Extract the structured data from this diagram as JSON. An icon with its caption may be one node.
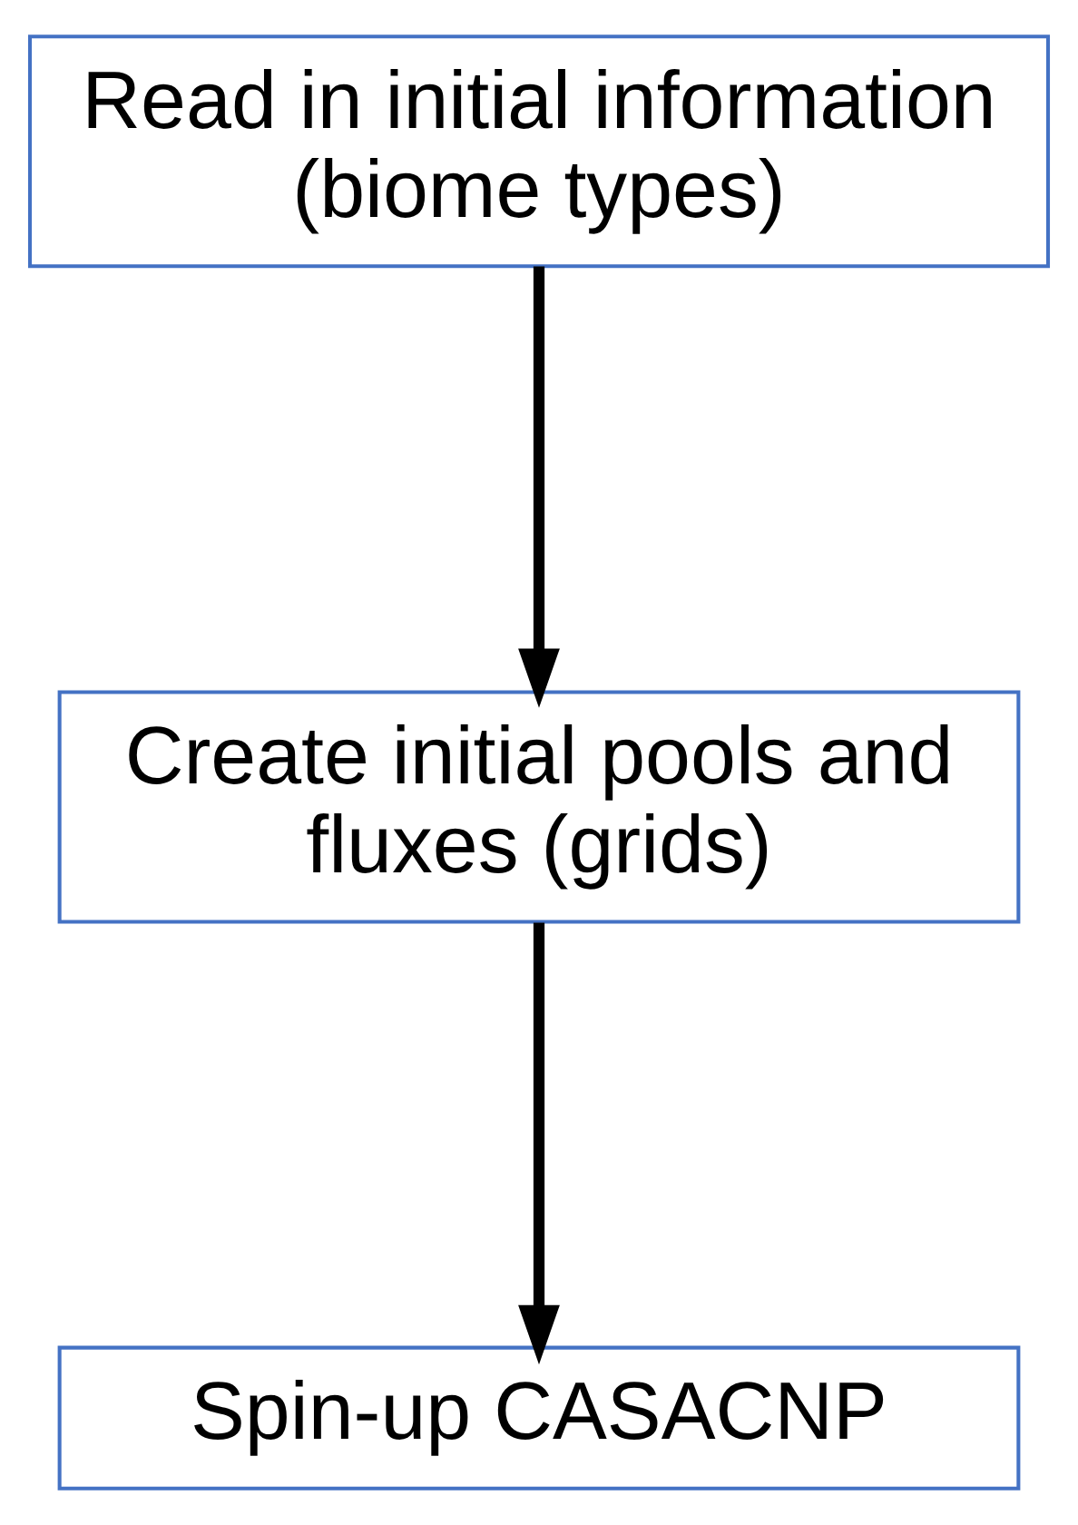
{
  "diagram": {
    "nodes": [
      {
        "text": [
          "Read in initial information (biome types)"
        ]
      },
      {
        "text": [
          "Create initial pools and fluxes (grids)"
        ]
      },
      {
        "text": [
          "Spin-up CASACNP"
        ]
      }
    ],
    "edges": [
      {
        "from": 0,
        "to": 1,
        "arrow": "to"
      },
      {
        "from": 1,
        "to": 2,
        "arrow": "to"
      }
    ]
  }
}
